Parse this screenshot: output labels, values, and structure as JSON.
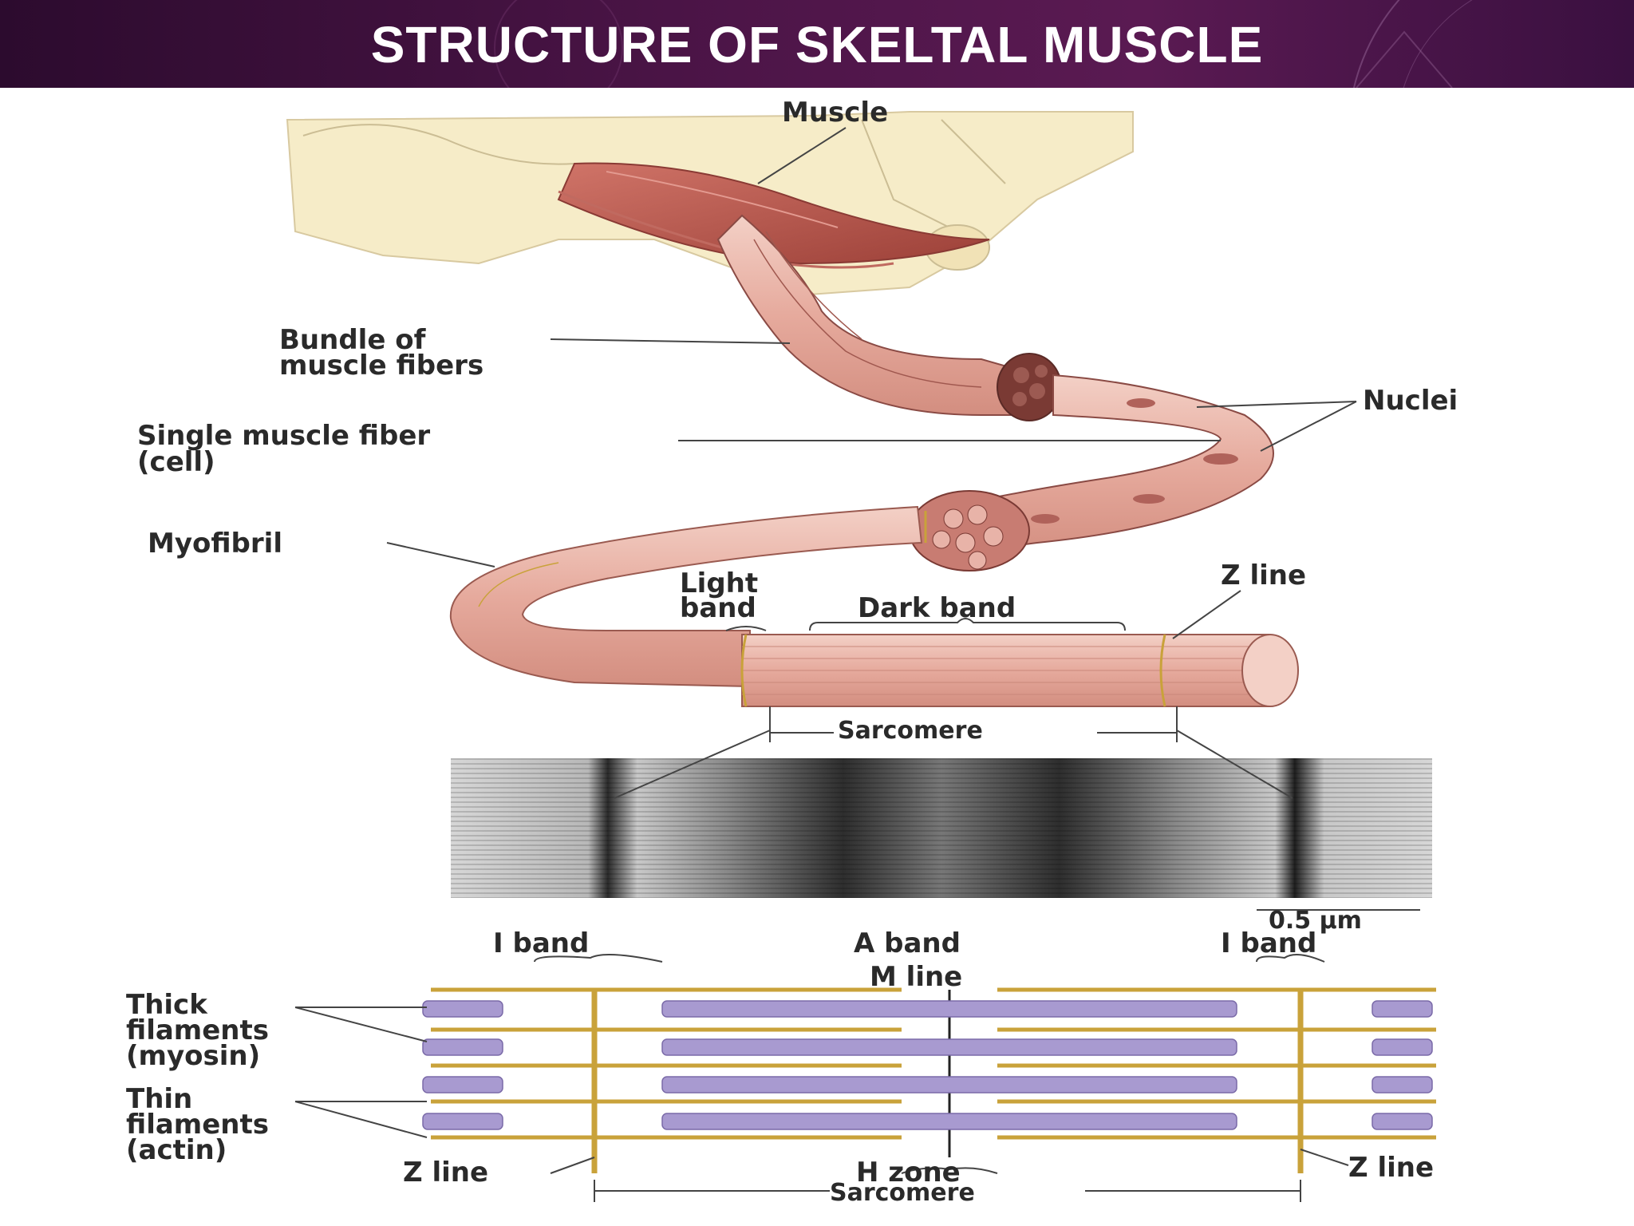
{
  "slide": {
    "title": "STRUCTURE  OF SKELTAL MUSCLE"
  },
  "diagram": {
    "labels": {
      "muscle": "Muscle",
      "bundle_line1": "Bundle of",
      "bundle_line2": "muscle fibers",
      "nuclei": "Nuclei",
      "single_fiber_line1": "Single muscle fiber",
      "single_fiber_line2": "(cell)",
      "myofibril": "Myofibril",
      "light_band_line1": "Light",
      "light_band_line2": "band",
      "dark_band": "Dark band",
      "z_line_top": "Z line",
      "sarcomere_top": "Sarcomere",
      "scale_bar": "0.5 µm",
      "i_band_left": "I band",
      "a_band": "A band",
      "i_band_right": "I band",
      "m_line": "M line",
      "thick_line1": "Thick",
      "thick_line2": "filaments",
      "thick_line3": "(myosin)",
      "thin_line1": "Thin",
      "thin_line2": "filaments",
      "thin_line3": "(actin)",
      "z_line_left": "Z line",
      "h_zone": "H zone",
      "z_line_right": "Z line",
      "sarcomere_bottom": "Sarcomere"
    },
    "colors": {
      "banner": "#4d1548",
      "muscle": "#b5524a",
      "fiber": "#e8b3a8",
      "bone": "#f6ecc8",
      "filament_thin": "#c9a23a",
      "filament_thick": "#a89ad0"
    }
  }
}
